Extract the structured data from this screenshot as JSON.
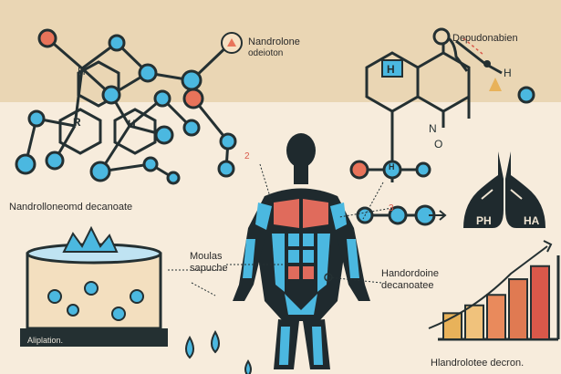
{
  "labels": {
    "top_title_line1": "Nandrolone",
    "top_title_line2": "odeioton",
    "top_right": "Depudonabien",
    "left_title": "Nandrolloneomd decanoate",
    "center_line1": "Moulas",
    "center_line2": "sapuche",
    "right_mid_line1": "Handordoine",
    "right_mid_line2": "decanoatee",
    "bottom_right": "Hlandrolotee decron.",
    "beaker_band": "Aliplation.",
    "atom_h_right": "H",
    "atom_h_right2": "H",
    "atom_n": "N",
    "atom_o": "O",
    "atom_left_1": "H",
    "atom_left_2": "R",
    "atom_left_3": "H",
    "atom_center": "H",
    "marker_2": "2",
    "marker_3": "3",
    "lung_left": "PH",
    "lung_right": "HA"
  },
  "colors": {
    "background": "#f6ead9",
    "top_band": "#ead6b4",
    "atom_blue": "#4bb8e0",
    "atom_red": "#e8735a",
    "outline": "#243032",
    "muscle_red": "#e06b5c",
    "muscle_blue": "#4bb8e0"
  },
  "chart_data": {
    "type": "bar",
    "categories": [
      "",
      "",
      "",
      "",
      ""
    ],
    "values": [
      2,
      2.6,
      3.4,
      4.6,
      5.6
    ],
    "ylim": [
      0,
      6
    ],
    "colors": [
      "#e8b25a",
      "#f0c27c",
      "#e98a5c",
      "#e07a52",
      "#d9584a"
    ]
  }
}
